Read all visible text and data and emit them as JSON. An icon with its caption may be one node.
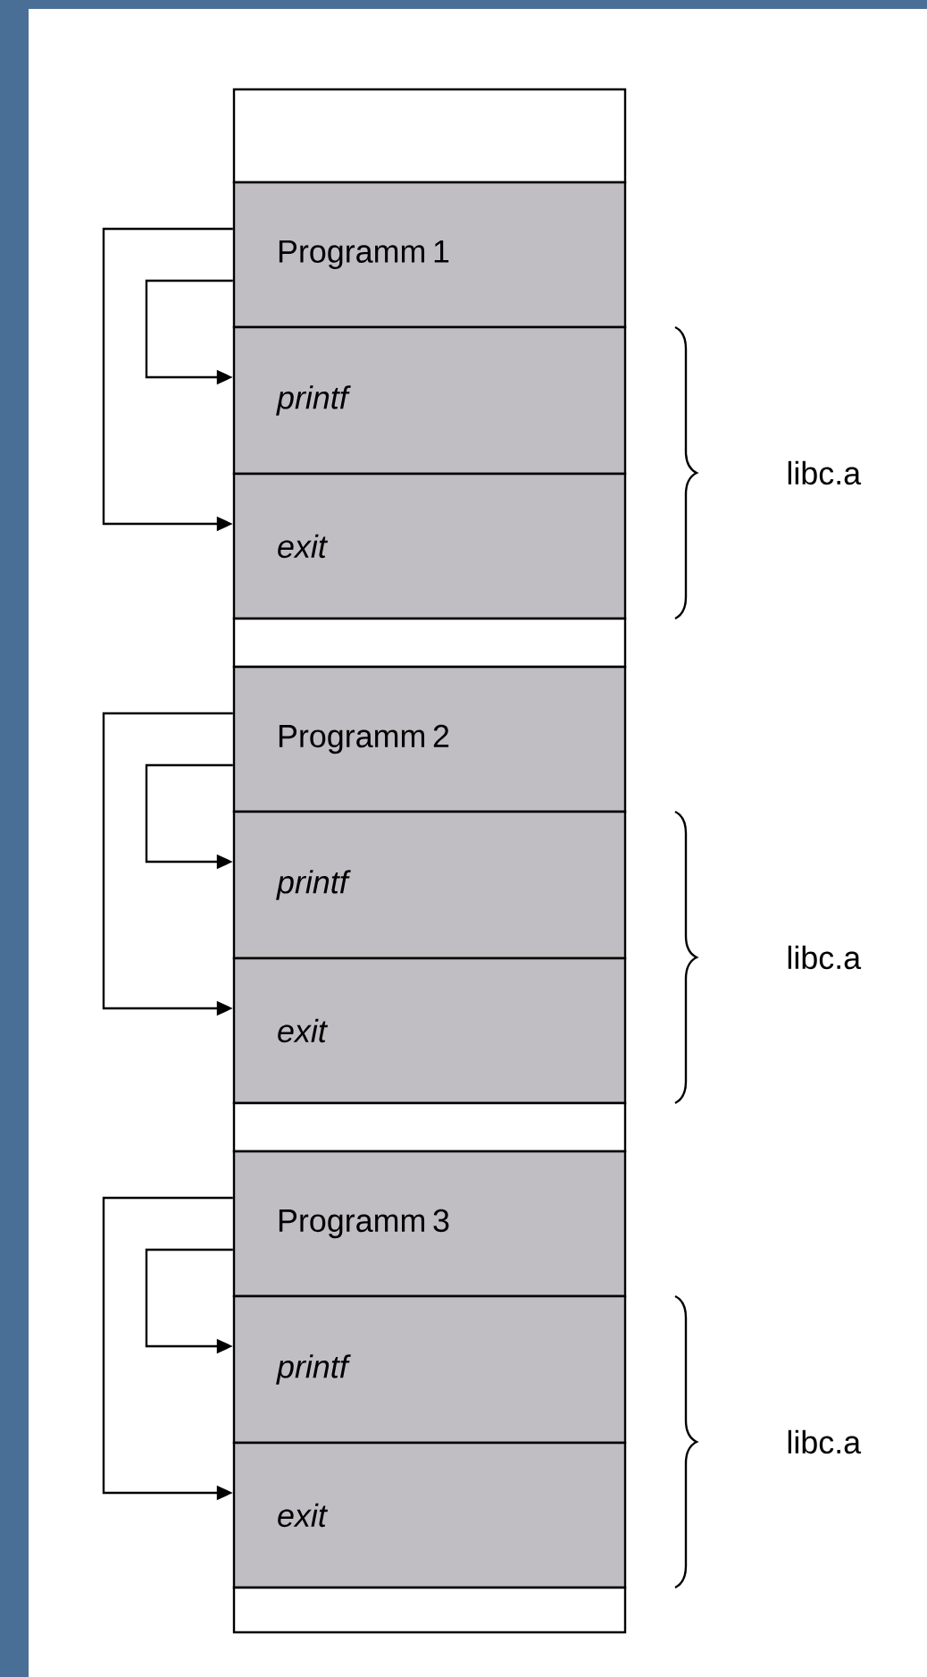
{
  "diagram": {
    "nodes": [
      {
        "text": [],
        "shape": "box"
      },
      {
        "text": [
          "Programm 1"
        ]
      },
      {
        "text": [
          "printf"
        ]
      },
      {
        "text": [
          "exit"
        ]
      },
      {
        "text": [],
        "shape": "box"
      },
      {
        "text": [
          "Programm 2"
        ]
      },
      {
        "text": [
          "printf"
        ]
      },
      {
        "text": [
          "exit"
        ]
      },
      {
        "text": [],
        "shape": "box"
      },
      {
        "text": [
          "Programm 3"
        ]
      },
      {
        "text": [
          "printf"
        ]
      },
      {
        "text": [
          "exit"
        ]
      },
      {
        "text": [],
        "shape": "box"
      }
    ],
    "edges": [
      {
        "from": 1,
        "to": 2,
        "arrow": "to"
      },
      {
        "from": 1,
        "to": 3,
        "arrow": "to"
      },
      {
        "from": 5,
        "to": 6,
        "arrow": "to"
      },
      {
        "from": 5,
        "to": 7,
        "arrow": "to"
      },
      {
        "from": 9,
        "to": 10,
        "arrow": "to"
      },
      {
        "from": 9,
        "to": 11,
        "arrow": "to"
      }
    ],
    "labels": [
      "libc.a",
      "libc.a",
      "libc.a"
    ]
  }
}
